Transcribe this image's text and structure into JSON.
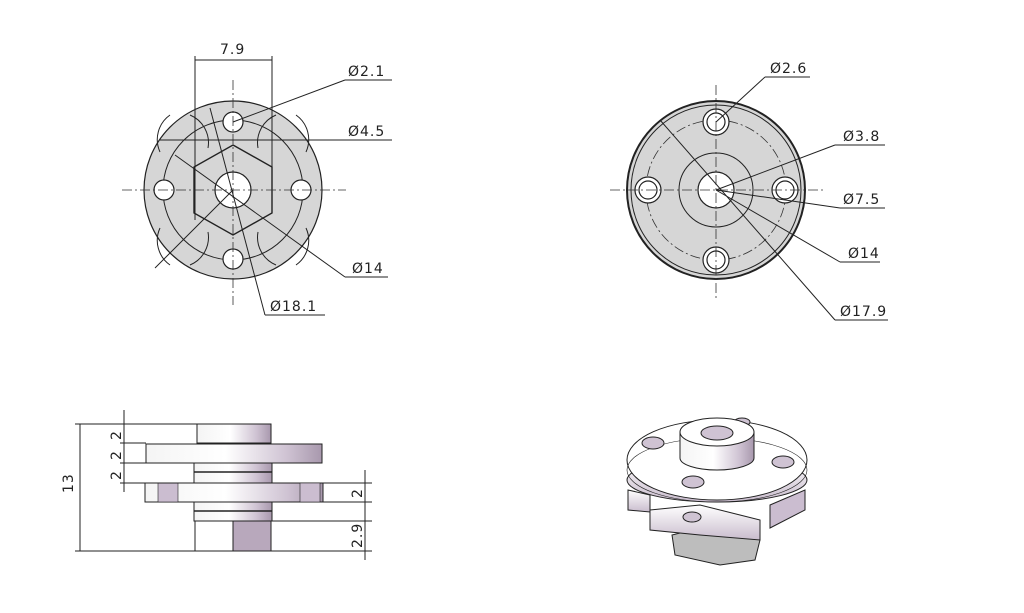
{
  "drawing": {
    "top_left_view": {
      "label": "front-view-hex-flange",
      "dimensions": {
        "width": "7.9",
        "hole_dia": "Ø2.1",
        "hex_center_dia": "Ø4.5",
        "bolt_circle_dia": "Ø14",
        "outer_dia": "Ø18.1"
      }
    },
    "top_right_view": {
      "label": "rear-view-flange",
      "dimensions": {
        "hole_dia": "Ø2.6",
        "bore_dia": "Ø3.8",
        "boss_dia": "Ø7.5",
        "bolt_circle_dia": "Ø14",
        "outer_dia": "Ø17.9"
      }
    },
    "bottom_left_view": {
      "label": "side-view",
      "dimensions": {
        "total_height": "13",
        "step1": "2",
        "step2": "2",
        "step3": "2",
        "flange_thickness": "2",
        "hex_height": "2.9"
      }
    },
    "bottom_right_view": {
      "label": "isometric-view"
    },
    "colors": {
      "face_fill": "#d6d6d6",
      "line": "#222222",
      "metal_highlight": "#ffffff",
      "metal_shade": "#b8a8bc"
    }
  }
}
